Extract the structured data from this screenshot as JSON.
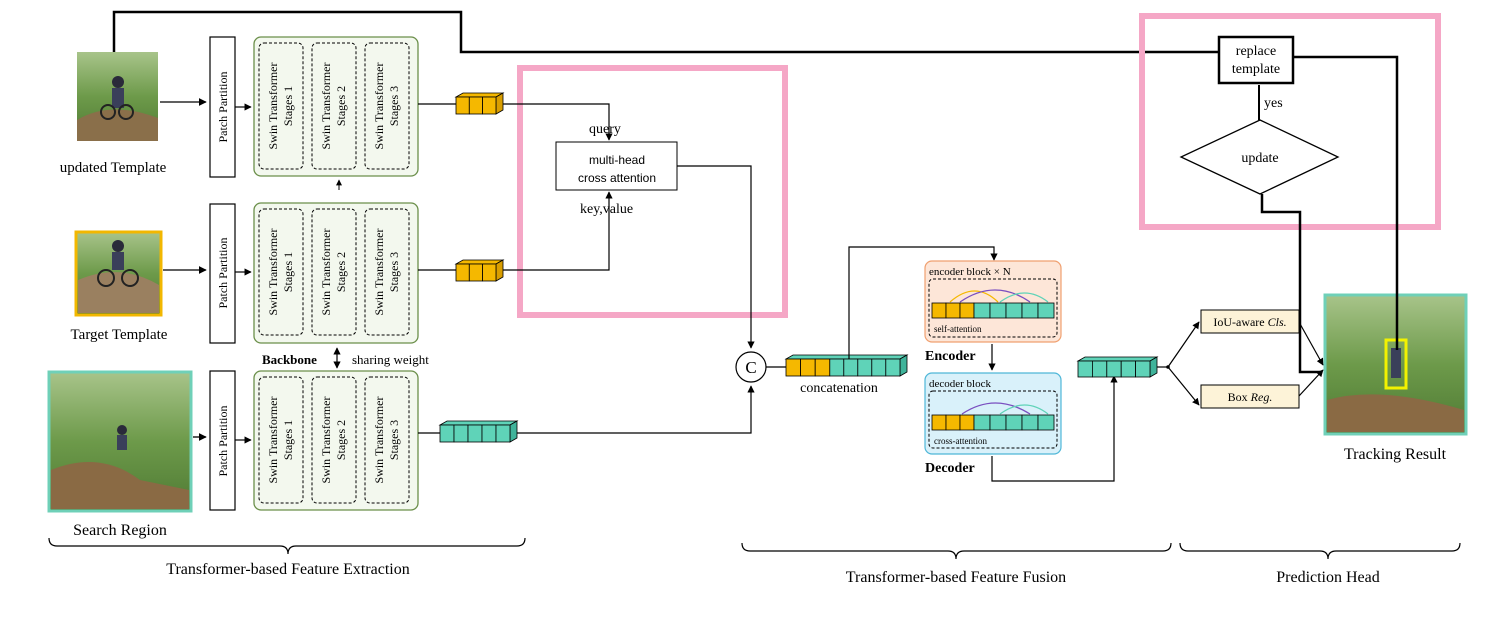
{
  "inputs": {
    "updated_template": "updated Template",
    "target_template": "Target Template",
    "search_region": "Search Region"
  },
  "backbone": {
    "patch_partition": "Patch Partition",
    "stage_line1": "Swin Transformer",
    "stages": [
      "Stages 1",
      "Stages 2",
      "Stages 3"
    ],
    "label": "Backbone",
    "sharing_weight": "sharing weight"
  },
  "cross_attention": {
    "query": "query",
    "box_line1": "multi-head",
    "box_line2": "cross attention",
    "key_value": "key,value"
  },
  "fusion": {
    "concat_symbol": "C",
    "concatenation": "concatenation",
    "encoder_block": "encoder block × N",
    "self_attention": "self-attention",
    "encoder": "Encoder",
    "decoder_block": "decoder block",
    "cross_attention": "cross-attention",
    "decoder": "Decoder"
  },
  "prediction": {
    "cls_prefix": "IoU-aware ",
    "cls_italic": "Cls.",
    "reg_prefix": "Box ",
    "reg_italic": "Reg.",
    "tracking_result": "Tracking Result"
  },
  "update_logic": {
    "replace_line1": "replace",
    "replace_line2": "template",
    "yes": "yes",
    "update": "update"
  },
  "sections": {
    "extraction": "Transformer-based Feature Extraction",
    "fusion": "Transformer-based Feature Fusion",
    "head": "Prediction Head"
  },
  "colors": {
    "template_token": "#f5b800",
    "search_token": "#5fd3b8",
    "highlight_box": "#f5a7c6",
    "backbone_border": "#6b8f4a",
    "backbone_fill": "#f3f8ee",
    "encoder_fill": "#fde6d8",
    "encoder_border": "#f0a070",
    "decoder_fill": "#d9f1fa",
    "decoder_border": "#4fb7d8",
    "head_fill": "#fdf3d8",
    "target_frame": "#f2b700",
    "search_frame": "#6fd0b8",
    "result_box": "#f2f200"
  }
}
